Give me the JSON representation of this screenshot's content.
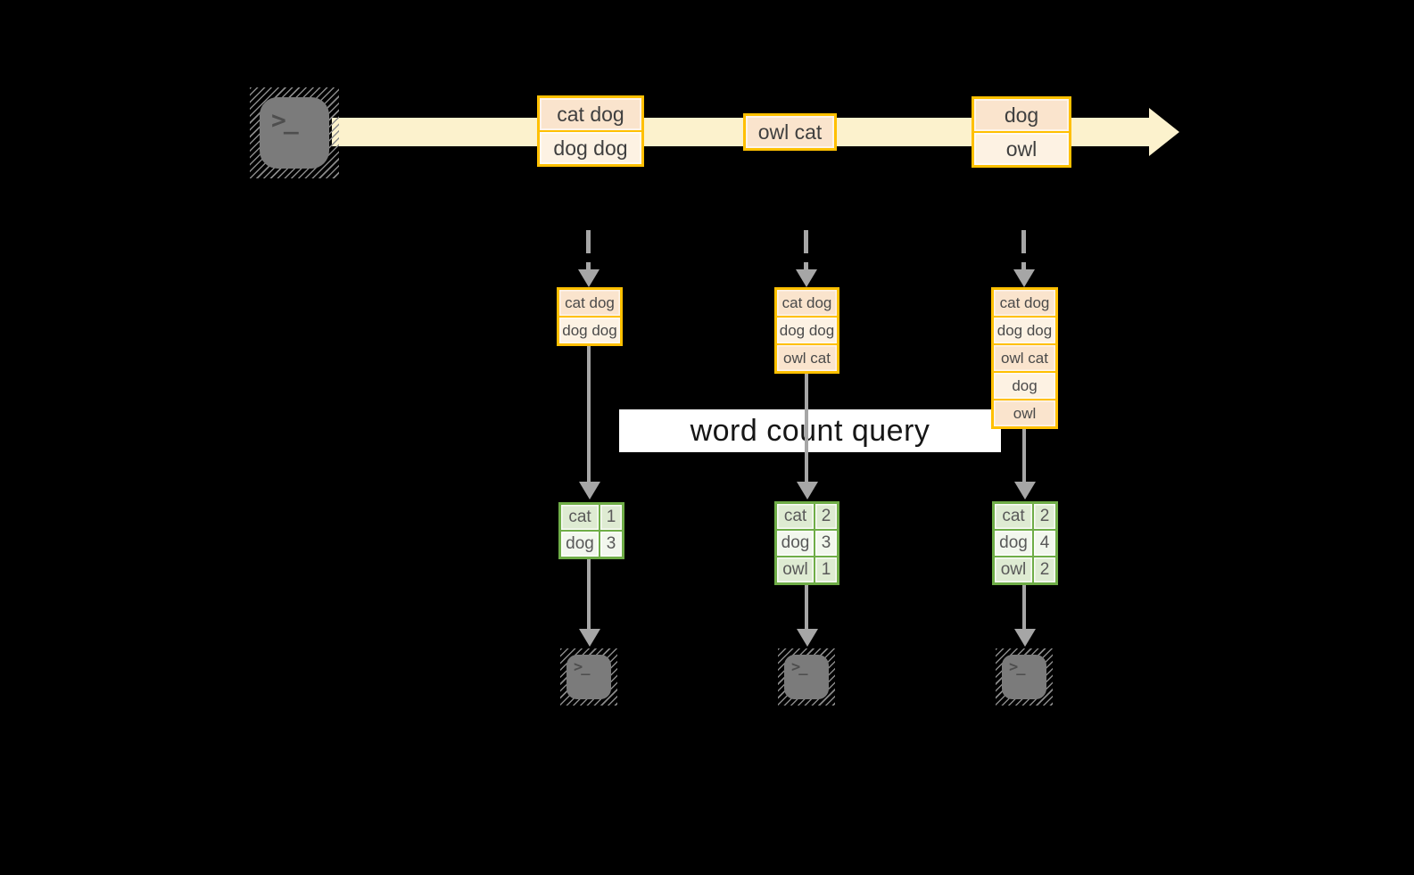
{
  "diagram": {
    "query_label": "word count query",
    "prompt_glyph": ">_",
    "stream_events": [
      {
        "rows": [
          "cat dog",
          "dog dog"
        ]
      },
      {
        "rows": [
          "owl cat"
        ]
      },
      {
        "rows": [
          "dog",
          "owl"
        ]
      }
    ],
    "columns": [
      {
        "state_rows": [
          "cat dog",
          "dog dog"
        ],
        "counts": [
          {
            "word": "cat",
            "count": "1"
          },
          {
            "word": "dog",
            "count": "3"
          }
        ]
      },
      {
        "state_rows": [
          "cat dog",
          "dog dog",
          "owl cat"
        ],
        "counts": [
          {
            "word": "cat",
            "count": "2"
          },
          {
            "word": "dog",
            "count": "3"
          },
          {
            "word": "owl",
            "count": "1"
          }
        ]
      },
      {
        "state_rows": [
          "cat dog",
          "dog dog",
          "owl cat",
          "dog",
          "owl"
        ],
        "counts": [
          {
            "word": "cat",
            "count": "2"
          },
          {
            "word": "dog",
            "count": "4"
          },
          {
            "word": "owl",
            "count": "2"
          }
        ]
      }
    ]
  },
  "colors": {
    "background": "#000000",
    "stream_fill": "#FCF2CD",
    "event_border": "#FFC000",
    "event_fill_dark": "#FAE4CD",
    "event_fill_light": "#FDF2E3",
    "table_border": "#6FAD47",
    "table_fill_dark": "#DEEBD2",
    "table_fill_light": "#F2F7ED",
    "arrow_gray": "#A6A6A6",
    "icon_gray": "#7B7B7B",
    "query_band": "#FFFFFF"
  }
}
